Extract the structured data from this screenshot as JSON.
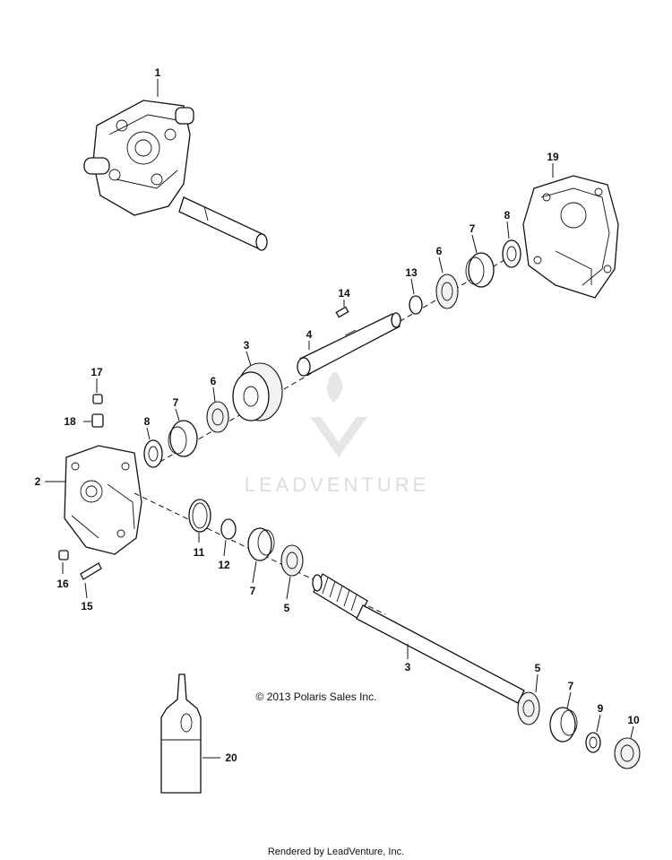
{
  "callouts": {
    "c1": "1",
    "c19": "19",
    "c8a": "8",
    "c7a": "7",
    "c6a": "6",
    "c13": "13",
    "c14": "14",
    "c4": "4",
    "c3a": "3",
    "c6b": "6",
    "c7b": "7",
    "c8b": "8",
    "c17": "17",
    "c18": "18",
    "c2": "2",
    "c16": "16",
    "c15": "15",
    "c11": "11",
    "c12": "12",
    "c7c": "7",
    "c5a": "5",
    "c3b": "3",
    "c5b": "5",
    "c7d": "7",
    "c9": "9",
    "c10": "10",
    "c20": "20"
  },
  "copyright": "© 2013 Polaris Sales Inc.",
  "watermark": "LEADVENTURE",
  "footer": "Rendered by LeadVenture, Inc."
}
